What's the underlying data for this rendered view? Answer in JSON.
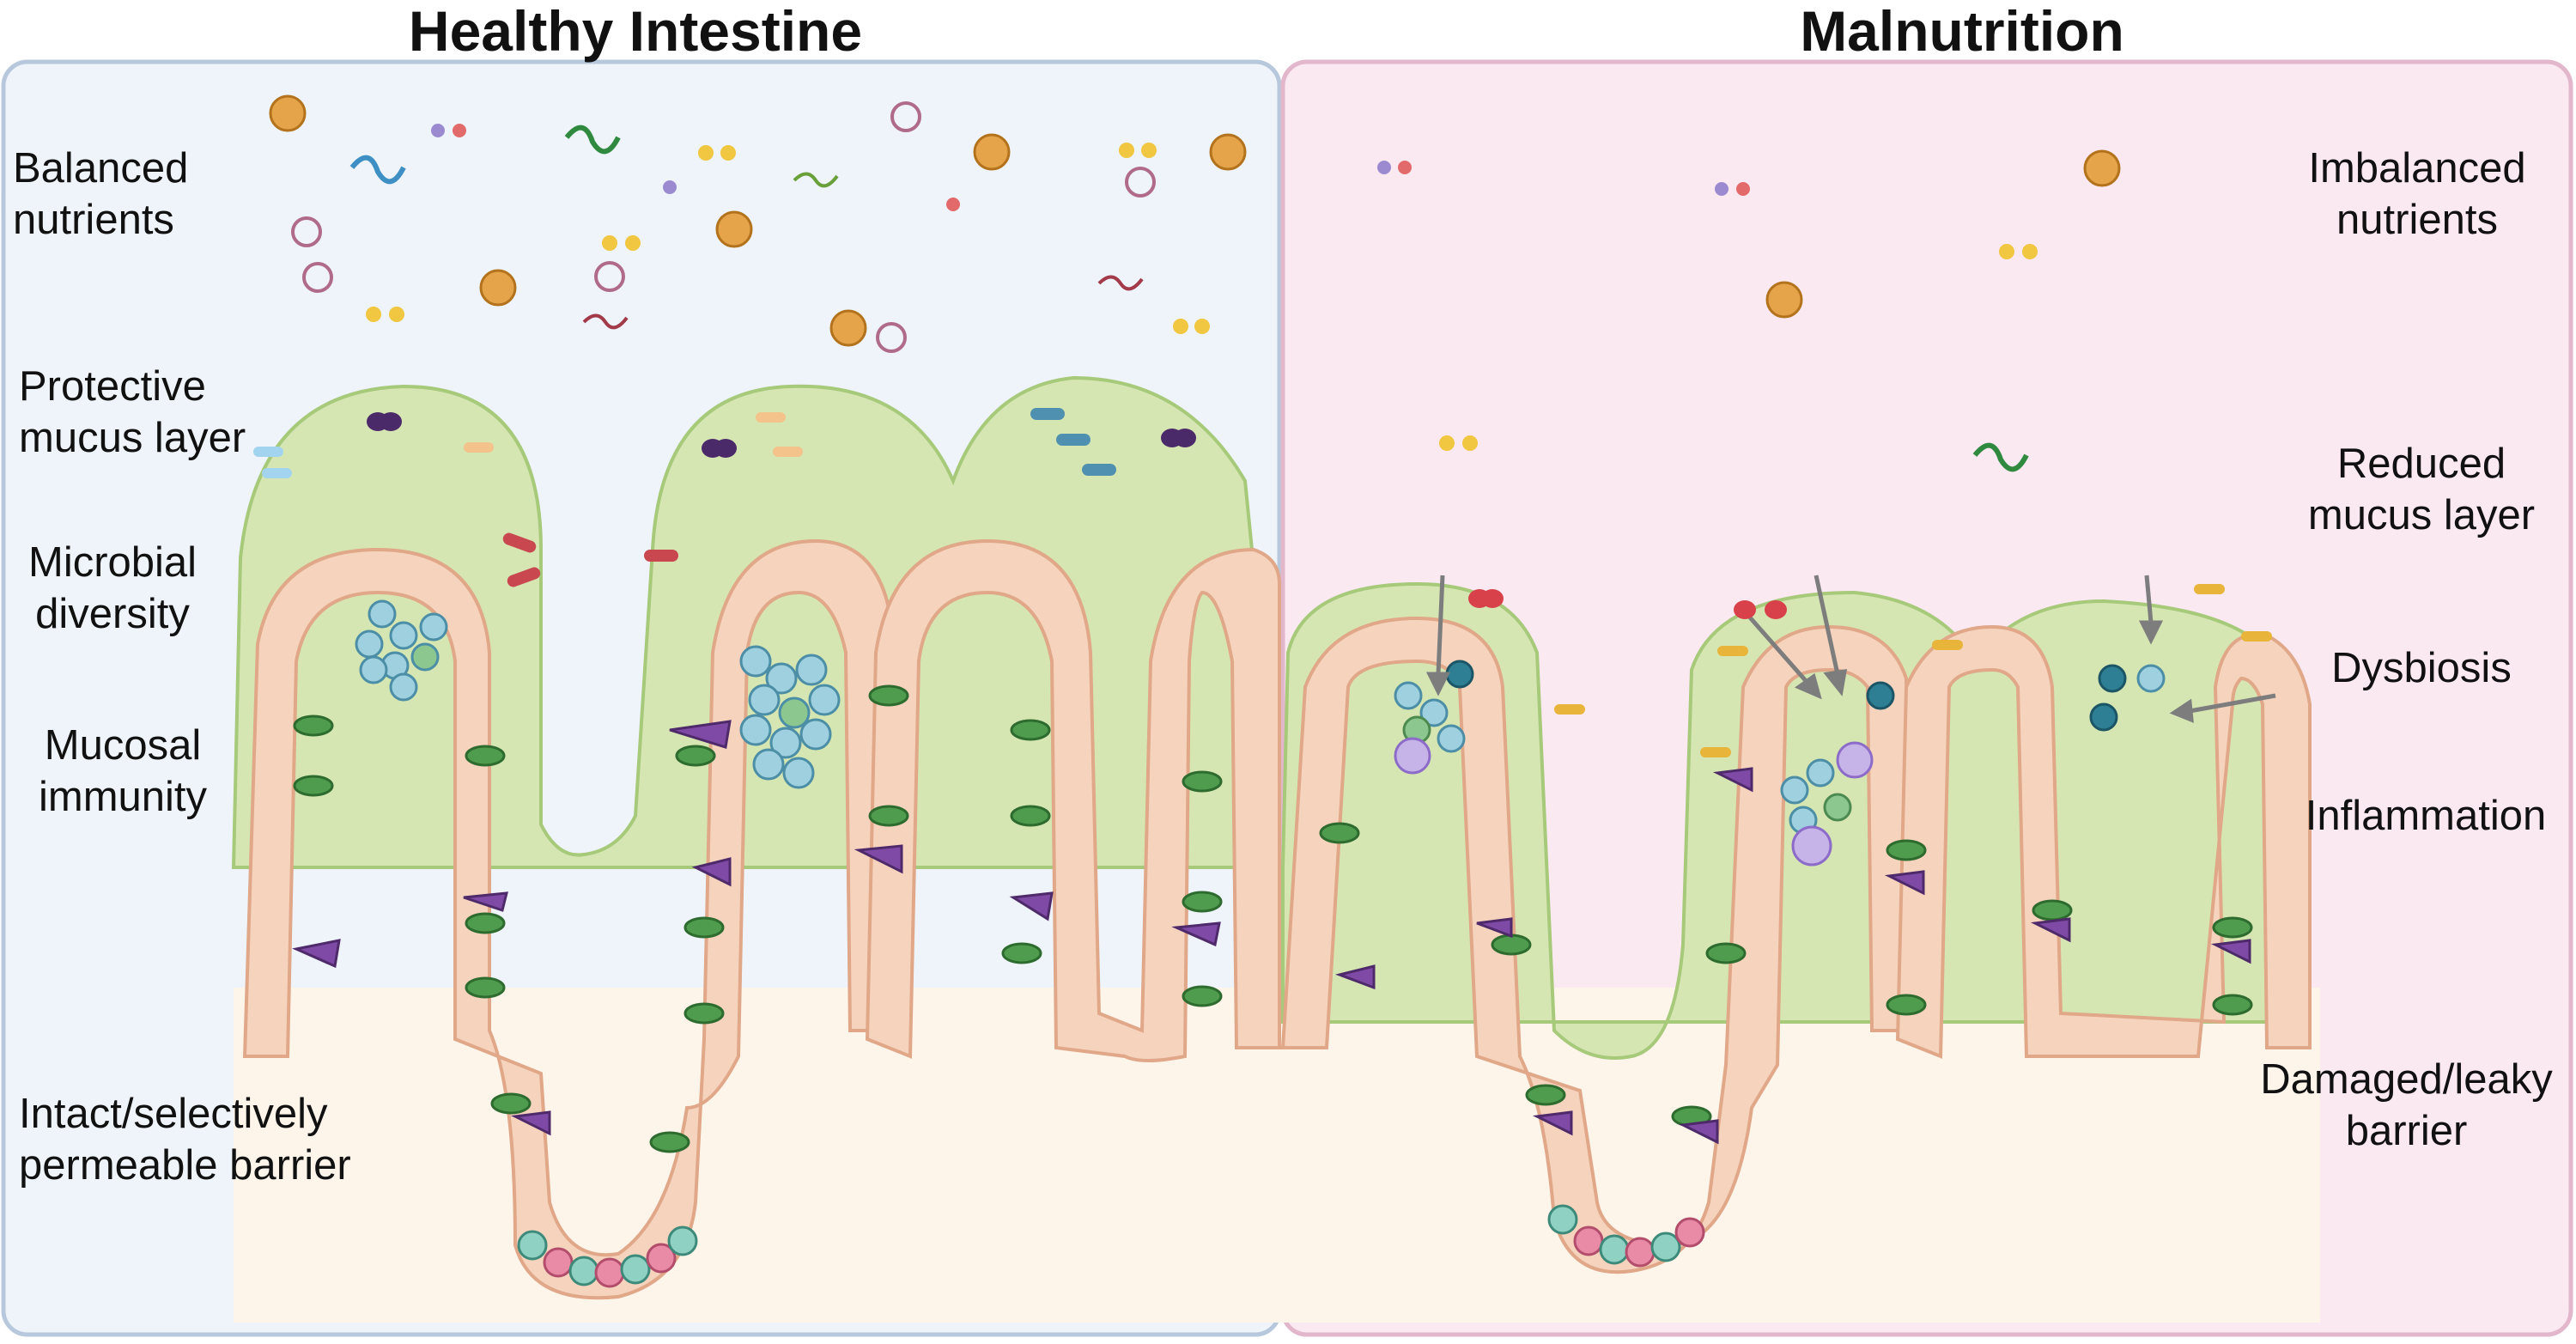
{
  "titles": {
    "left": "Healthy Intestine",
    "right": "Malnutrition"
  },
  "left_labels": [
    {
      "id": "balanced-nutrients",
      "lines": [
        "Balanced",
        "nutrients"
      ]
    },
    {
      "id": "protective-mucus",
      "lines": [
        "Protective",
        "mucus layer"
      ]
    },
    {
      "id": "microbial-diversity",
      "lines": [
        "Microbial",
        "diversity"
      ]
    },
    {
      "id": "mucosal-immunity",
      "lines": [
        "Mucosal",
        "immunity"
      ]
    },
    {
      "id": "intact-barrier",
      "lines": [
        "Intact/selectively",
        "permeable barrier"
      ]
    }
  ],
  "right_labels": [
    {
      "id": "imbalanced-nutrients",
      "lines": [
        "Imbalanced",
        "nutrients"
      ]
    },
    {
      "id": "reduced-mucus",
      "lines": [
        "Reduced",
        "mucus layer"
      ]
    },
    {
      "id": "dysbiosis",
      "lines": [
        "Dysbiosis"
      ]
    },
    {
      "id": "inflammation",
      "lines": [
        "Inflammation"
      ]
    },
    {
      "id": "damaged-barrier",
      "lines": [
        "Damaged/leaky",
        "barrier"
      ]
    }
  ],
  "colors": {
    "healthy_bg": "#eef4fa",
    "healthy_border": "#b8c8dc",
    "malnutrition_bg": "#fbe9f1",
    "malnutrition_border": "#e2b6cb",
    "mucus": "#d5e6b2",
    "mucus_edge": "#a6c97a",
    "epithelium": "#f6d3bd",
    "epithelium_edge": "#e0a788",
    "lamina": "#fdf4ea",
    "immune_cell": "#9fd0e0",
    "goblet": "#4f9c4f",
    "tuft": "#7e4aa6"
  }
}
